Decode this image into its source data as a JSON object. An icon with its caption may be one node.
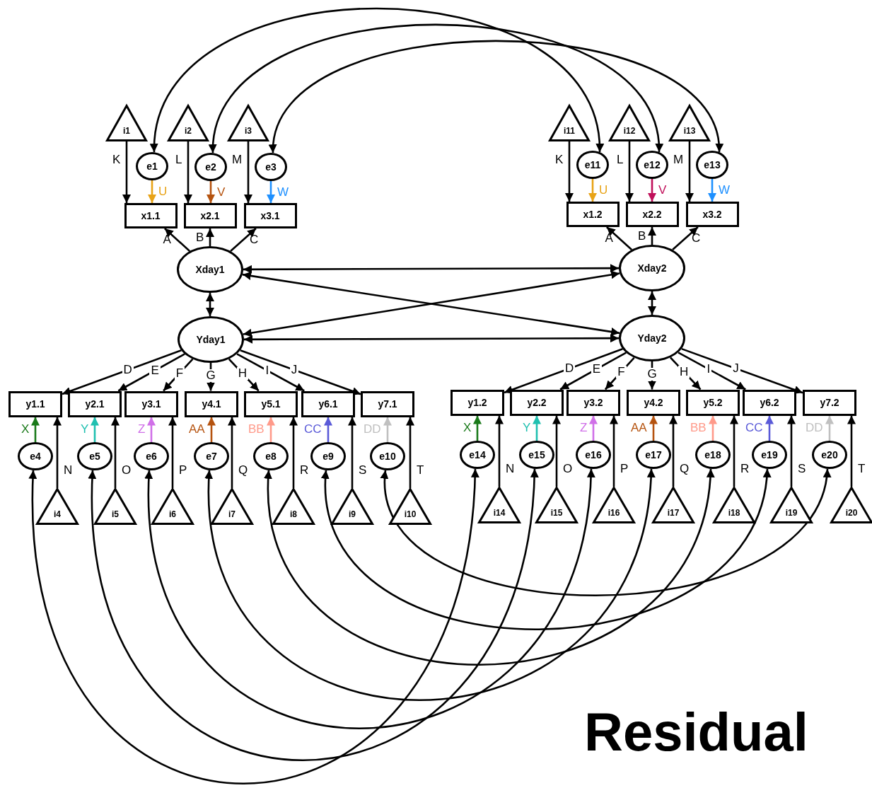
{
  "diagram": {
    "title": "Residual",
    "nodes": [
      {
        "text": [
          "i1"
        ]
      },
      {
        "text": [
          "i2"
        ]
      },
      {
        "text": [
          "i3"
        ]
      },
      {
        "text": [
          "i11"
        ]
      },
      {
        "text": [
          "i12"
        ]
      },
      {
        "text": [
          "i13"
        ]
      },
      {
        "text": [
          "e1"
        ]
      },
      {
        "text": [
          "e2"
        ]
      },
      {
        "text": [
          "e3"
        ]
      },
      {
        "text": [
          "e11"
        ]
      },
      {
        "text": [
          "e12"
        ]
      },
      {
        "text": [
          "e13"
        ]
      },
      {
        "text": [
          "x1.1"
        ]
      },
      {
        "text": [
          "x2.1"
        ]
      },
      {
        "text": [
          "x3.1"
        ]
      },
      {
        "text": [
          "x1.2"
        ]
      },
      {
        "text": [
          "x2.2"
        ]
      },
      {
        "text": [
          "x3.2"
        ]
      },
      {
        "text": [
          "Xday1"
        ]
      },
      {
        "text": [
          "Xday2"
        ]
      },
      {
        "text": [
          "Yday1"
        ]
      },
      {
        "text": [
          "Yday2"
        ]
      },
      {
        "text": [
          "y1.1"
        ]
      },
      {
        "text": [
          "y2.1"
        ]
      },
      {
        "text": [
          "y3.1"
        ]
      },
      {
        "text": [
          "y4.1"
        ]
      },
      {
        "text": [
          "y5.1"
        ]
      },
      {
        "text": [
          "y6.1"
        ]
      },
      {
        "text": [
          "y7.1"
        ]
      },
      {
        "text": [
          "y1.2"
        ]
      },
      {
        "text": [
          "y2.2"
        ]
      },
      {
        "text": [
          "y3.2"
        ]
      },
      {
        "text": [
          "y4.2"
        ]
      },
      {
        "text": [
          "y5.2"
        ]
      },
      {
        "text": [
          "y6.2"
        ]
      },
      {
        "text": [
          "y7.2"
        ]
      },
      {
        "text": [
          "e4"
        ]
      },
      {
        "text": [
          "e5"
        ]
      },
      {
        "text": [
          "e6"
        ]
      },
      {
        "text": [
          "e7"
        ]
      },
      {
        "text": [
          "e8"
        ]
      },
      {
        "text": [
          "e9"
        ]
      },
      {
        "text": [
          "e10"
        ]
      },
      {
        "text": [
          "e14"
        ]
      },
      {
        "text": [
          "e15"
        ]
      },
      {
        "text": [
          "e16"
        ]
      },
      {
        "text": [
          "e17"
        ]
      },
      {
        "text": [
          "e18"
        ]
      },
      {
        "text": [
          "e19"
        ]
      },
      {
        "text": [
          "e20"
        ]
      },
      {
        "text": [
          "i4"
        ]
      },
      {
        "text": [
          "i5"
        ]
      },
      {
        "text": [
          "i6"
        ]
      },
      {
        "text": [
          "i7"
        ]
      },
      {
        "text": [
          "i8"
        ]
      },
      {
        "text": [
          "i9"
        ]
      },
      {
        "text": [
          "i10"
        ]
      },
      {
        "text": [
          "i14"
        ]
      },
      {
        "text": [
          "i15"
        ]
      },
      {
        "text": [
          "i16"
        ]
      },
      {
        "text": [
          "i17"
        ]
      },
      {
        "text": [
          "i18"
        ]
      },
      {
        "text": [
          "i19"
        ]
      },
      {
        "text": [
          "i20"
        ]
      }
    ],
    "edges": [
      {
        "from": 0,
        "to": 12,
        "arrow": "to",
        "label": "K"
      },
      {
        "from": 1,
        "to": 13,
        "arrow": "to",
        "label": "L"
      },
      {
        "from": 2,
        "to": 14,
        "arrow": "to",
        "label": "M"
      },
      {
        "from": 3,
        "to": 15,
        "arrow": "to",
        "label": "K"
      },
      {
        "from": 4,
        "to": 16,
        "arrow": "to",
        "label": "L"
      },
      {
        "from": 5,
        "to": 17,
        "arrow": "to",
        "label": "M"
      },
      {
        "from": 6,
        "to": 12,
        "arrow": "to",
        "label": "U",
        "color": "#e8a317"
      },
      {
        "from": 7,
        "to": 13,
        "arrow": "to",
        "label": "V",
        "color": "#b5530f"
      },
      {
        "from": 8,
        "to": 14,
        "arrow": "to",
        "label": "W",
        "color": "#1e90ff"
      },
      {
        "from": 9,
        "to": 15,
        "arrow": "to",
        "label": "U",
        "color": "#e8a317"
      },
      {
        "from": 10,
        "to": 16,
        "arrow": "to",
        "label": "V",
        "color": "#c0105a"
      },
      {
        "from": 11,
        "to": 17,
        "arrow": "to",
        "label": "W",
        "color": "#1e90ff"
      },
      {
        "from": 18,
        "to": 12,
        "arrow": "to",
        "label": "A"
      },
      {
        "from": 18,
        "to": 13,
        "arrow": "to",
        "label": "B"
      },
      {
        "from": 18,
        "to": 14,
        "arrow": "to",
        "label": "C"
      },
      {
        "from": 19,
        "to": 15,
        "arrow": "to",
        "label": "A"
      },
      {
        "from": 19,
        "to": 16,
        "arrow": "to",
        "label": "B"
      },
      {
        "from": 19,
        "to": 17,
        "arrow": "to",
        "label": "C"
      },
      {
        "from": 18,
        "to": 20,
        "arrow": "both"
      },
      {
        "from": 19,
        "to": 21,
        "arrow": "both"
      },
      {
        "from": 18,
        "to": 19,
        "arrow": "both"
      },
      {
        "from": 20,
        "to": 21,
        "arrow": "both"
      },
      {
        "from": 18,
        "to": 21,
        "arrow": "both"
      },
      {
        "from": 20,
        "to": 19,
        "arrow": "both"
      },
      {
        "from": 20,
        "to": 22,
        "arrow": "to",
        "label": "D"
      },
      {
        "from": 20,
        "to": 23,
        "arrow": "to",
        "label": "E"
      },
      {
        "from": 20,
        "to": 24,
        "arrow": "to",
        "label": "F"
      },
      {
        "from": 20,
        "to": 25,
        "arrow": "to",
        "label": "G"
      },
      {
        "from": 20,
        "to": 26,
        "arrow": "to",
        "label": "H"
      },
      {
        "from": 20,
        "to": 27,
        "arrow": "to",
        "label": "I"
      },
      {
        "from": 20,
        "to": 28,
        "arrow": "to",
        "label": "J"
      },
      {
        "from": 21,
        "to": 29,
        "arrow": "to",
        "label": "D"
      },
      {
        "from": 21,
        "to": 30,
        "arrow": "to",
        "label": "E"
      },
      {
        "from": 21,
        "to": 31,
        "arrow": "to",
        "label": "F"
      },
      {
        "from": 21,
        "to": 32,
        "arrow": "to",
        "label": "G"
      },
      {
        "from": 21,
        "to": 33,
        "arrow": "to",
        "label": "H"
      },
      {
        "from": 21,
        "to": 34,
        "arrow": "to",
        "label": "I"
      },
      {
        "from": 21,
        "to": 35,
        "arrow": "to",
        "label": "J"
      },
      {
        "from": 36,
        "to": 22,
        "arrow": "to",
        "label": "X",
        "color": "#1a7a1a"
      },
      {
        "from": 37,
        "to": 23,
        "arrow": "to",
        "label": "Y",
        "color": "#20c0b0"
      },
      {
        "from": 38,
        "to": 24,
        "arrow": "to",
        "label": "Z",
        "color": "#d070e8"
      },
      {
        "from": 39,
        "to": 25,
        "arrow": "to",
        "label": "AA",
        "color": "#b5530f"
      },
      {
        "from": 40,
        "to": 26,
        "arrow": "to",
        "label": "BB",
        "color": "#ff9a8a"
      },
      {
        "from": 41,
        "to": 27,
        "arrow": "to",
        "label": "CC",
        "color": "#5a5ad8"
      },
      {
        "from": 42,
        "to": 28,
        "arrow": "to",
        "label": "DD",
        "color": "#c0c0c0"
      },
      {
        "from": 43,
        "to": 29,
        "arrow": "to",
        "label": "X",
        "color": "#1a7a1a"
      },
      {
        "from": 44,
        "to": 30,
        "arrow": "to",
        "label": "Y",
        "color": "#20c0b0"
      },
      {
        "from": 45,
        "to": 31,
        "arrow": "to",
        "label": "Z",
        "color": "#d070e8"
      },
      {
        "from": 46,
        "to": 32,
        "arrow": "to",
        "label": "AA",
        "color": "#b5530f"
      },
      {
        "from": 47,
        "to": 33,
        "arrow": "to",
        "label": "BB",
        "color": "#ff9a8a"
      },
      {
        "from": 48,
        "to": 34,
        "arrow": "to",
        "label": "CC",
        "color": "#5a5ad8"
      },
      {
        "from": 49,
        "to": 35,
        "arrow": "to",
        "label": "DD",
        "color": "#c0c0c0"
      },
      {
        "from": 50,
        "to": 22,
        "arrow": "to",
        "label": "N"
      },
      {
        "from": 51,
        "to": 23,
        "arrow": "to",
        "label": "O"
      },
      {
        "from": 52,
        "to": 24,
        "arrow": "to",
        "label": "P"
      },
      {
        "from": 53,
        "to": 25,
        "arrow": "to",
        "label": "Q"
      },
      {
        "from": 54,
        "to": 26,
        "arrow": "to",
        "label": "R"
      },
      {
        "from": 55,
        "to": 27,
        "arrow": "to",
        "label": "S"
      },
      {
        "from": 56,
        "to": 28,
        "arrow": "to",
        "label": "T"
      },
      {
        "from": 57,
        "to": 29,
        "arrow": "to",
        "label": "N"
      },
      {
        "from": 58,
        "to": 30,
        "arrow": "to",
        "label": "O"
      },
      {
        "from": 59,
        "to": 31,
        "arrow": "to",
        "label": "P"
      },
      {
        "from": 60,
        "to": 32,
        "arrow": "to",
        "label": "Q"
      },
      {
        "from": 61,
        "to": 33,
        "arrow": "to",
        "label": "R"
      },
      {
        "from": 62,
        "to": 34,
        "arrow": "to",
        "label": "S"
      },
      {
        "from": 63,
        "to": 35,
        "arrow": "to",
        "label": "T"
      },
      {
        "from": 6,
        "to": 9,
        "arrow": "both"
      },
      {
        "from": 7,
        "to": 10,
        "arrow": "both"
      },
      {
        "from": 8,
        "to": 11,
        "arrow": "both"
      },
      {
        "from": 36,
        "to": 43,
        "arrow": "both"
      },
      {
        "from": 37,
        "to": 44,
        "arrow": "both"
      },
      {
        "from": 38,
        "to": 45,
        "arrow": "both"
      },
      {
        "from": 39,
        "to": 46,
        "arrow": "both"
      },
      {
        "from": 40,
        "to": 47,
        "arrow": "both"
      },
      {
        "from": 41,
        "to": 48,
        "arrow": "both"
      },
      {
        "from": 42,
        "to": 49,
        "arrow": "both"
      }
    ]
  }
}
